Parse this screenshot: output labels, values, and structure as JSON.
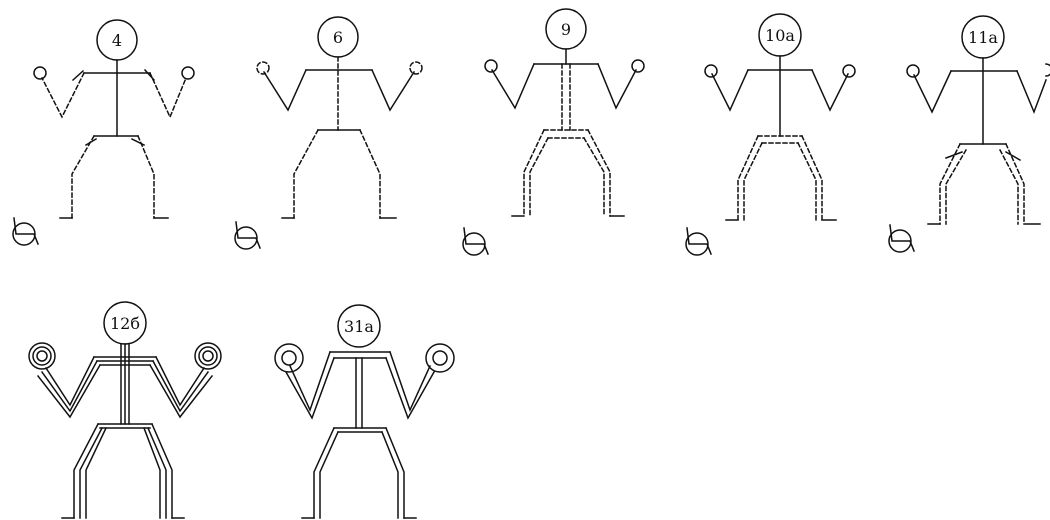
{
  "diagram": {
    "figures": [
      {
        "id": "fig-4",
        "label": "4",
        "limbs": "dashed-arms-ticks",
        "body": "solid",
        "legs": "dashed-ticks",
        "wheelchair": true
      },
      {
        "id": "fig-6",
        "label": "6",
        "limbs": "solid-arms-dotted-hands",
        "body": "dashed",
        "legs": "dashed",
        "wheelchair": true
      },
      {
        "id": "fig-9",
        "label": "9",
        "limbs": "solid-arms",
        "body": "double-dashed",
        "legs": "double-dashed",
        "wheelchair": true
      },
      {
        "id": "fig-10a",
        "label": "10a",
        "limbs": "solid-arms",
        "body": "solid",
        "legs": "double-dashed",
        "wheelchair": true
      },
      {
        "id": "fig-11a",
        "label": "11a",
        "limbs": "solid-arms",
        "body": "solid",
        "legs": "double-dashed-ticks",
        "wheelchair": true
      },
      {
        "id": "fig-12b",
        "label": "12б",
        "limbs": "triple-arms-spiral-hands",
        "body": "triple",
        "legs": "triple",
        "wheelchair": false
      },
      {
        "id": "fig-31a",
        "label": "31a",
        "limbs": "double-arms",
        "body": "double",
        "legs": "double",
        "wheelchair": false
      }
    ]
  }
}
